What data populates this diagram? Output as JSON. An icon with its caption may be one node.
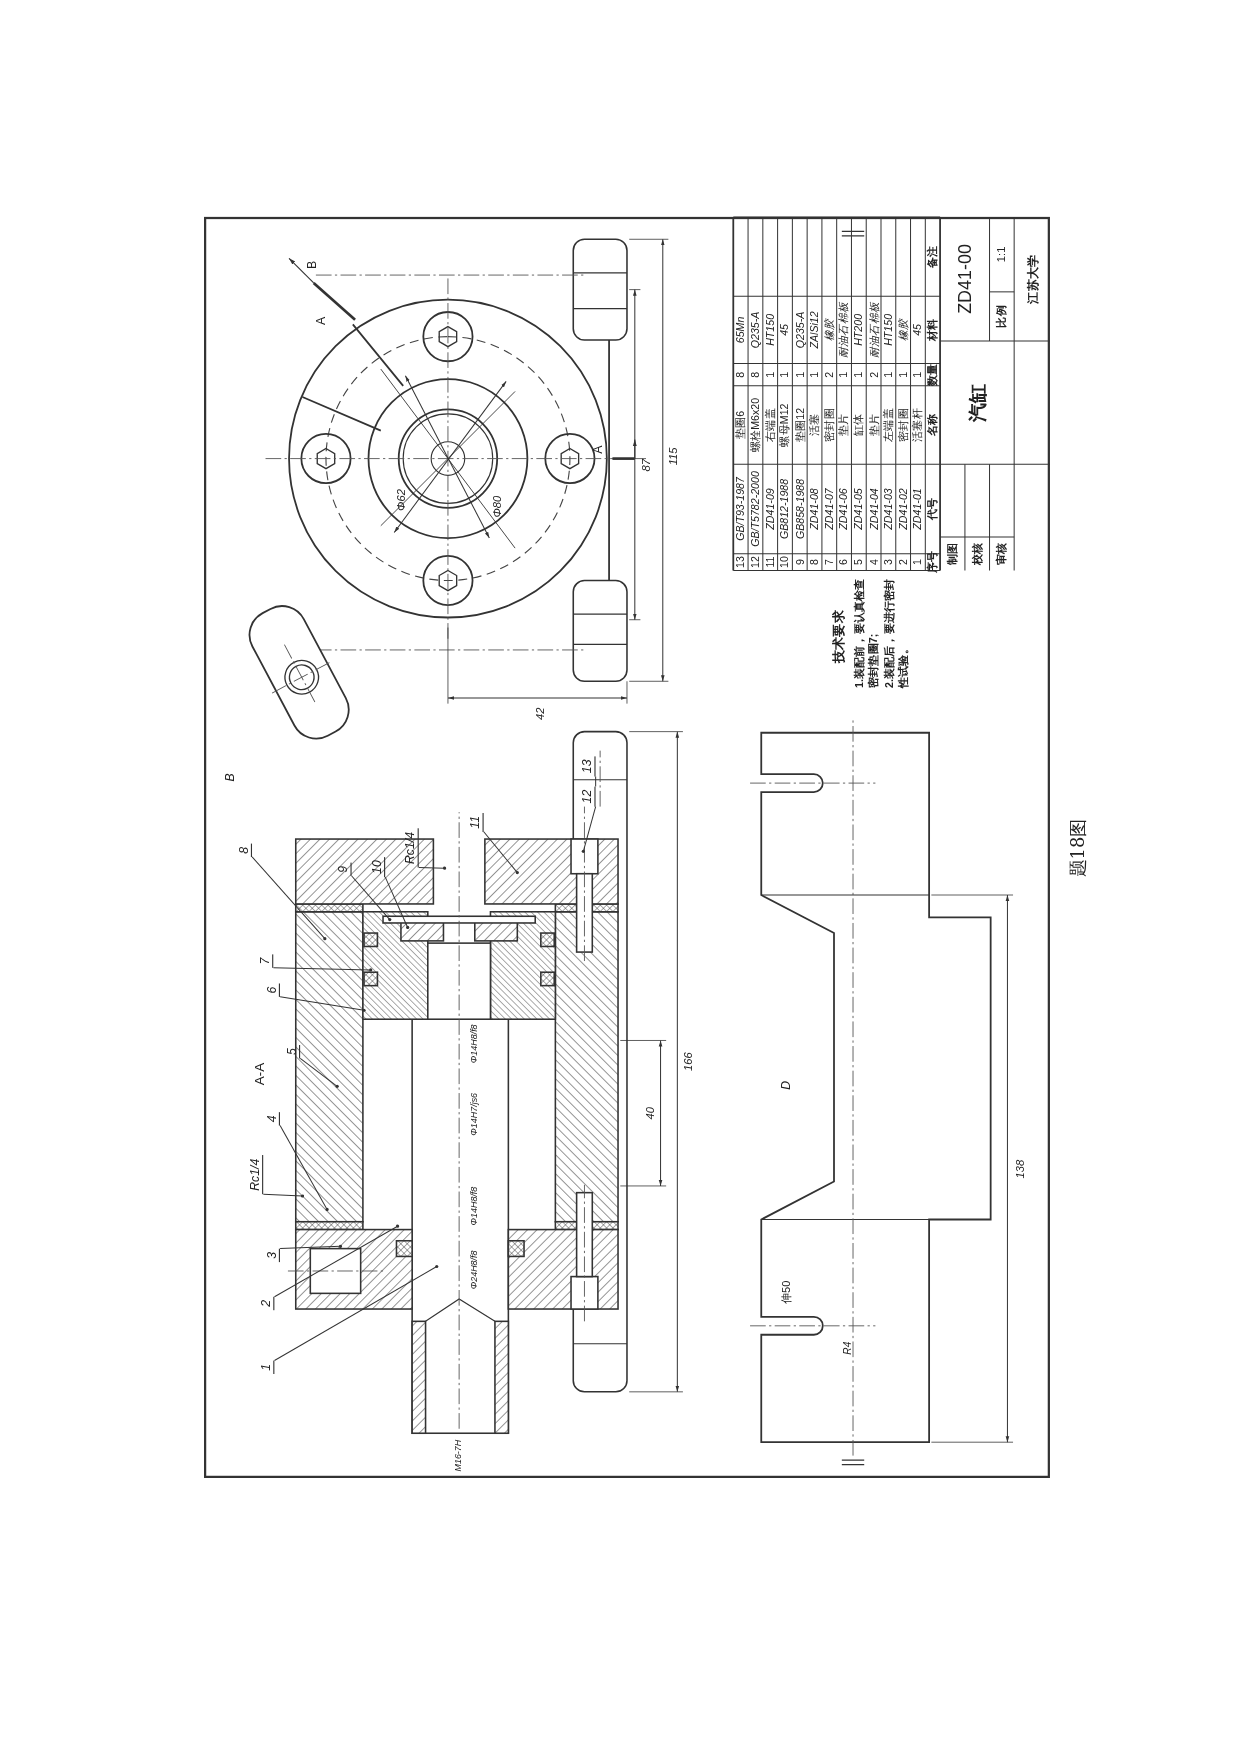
{
  "diagram": {
    "caption": "题18图",
    "nodes": [
      {
        "text": [
          "1"
        ]
      },
      {
        "text": [
          "2"
        ]
      },
      {
        "text": [
          "3"
        ]
      },
      {
        "text": [
          "Rc1/4"
        ]
      },
      {
        "text": [
          "4"
        ]
      },
      {
        "text": [
          "5"
        ]
      },
      {
        "text": [
          "6"
        ]
      },
      {
        "text": [
          "7"
        ]
      },
      {
        "text": [
          "8"
        ]
      },
      {
        "text": [
          "9"
        ]
      },
      {
        "text": [
          "10"
        ]
      },
      {
        "text": [
          "Rc1/4"
        ]
      },
      {
        "text": [
          "11"
        ]
      },
      {
        "text": [
          "12"
        ]
      },
      {
        "text": [
          "13"
        ]
      }
    ],
    "edges": [
      {
        "from": 0,
        "to": null,
        "arrow": "other"
      },
      {
        "from": 1,
        "to": null,
        "arrow": "other"
      },
      {
        "from": 2,
        "to": null,
        "arrow": "other"
      },
      {
        "from": 3,
        "to": null,
        "arrow": "other"
      },
      {
        "from": 4,
        "to": null,
        "arrow": "other"
      },
      {
        "from": 5,
        "to": null,
        "arrow": "other"
      },
      {
        "from": 6,
        "to": null,
        "arrow": "other"
      },
      {
        "from": 7,
        "to": null,
        "arrow": "other"
      },
      {
        "from": 8,
        "to": null,
        "arrow": "other"
      },
      {
        "from": 9,
        "to": null,
        "arrow": "other"
      },
      {
        "from": 10,
        "to": null,
        "arrow": "other"
      },
      {
        "from": 11,
        "to": null,
        "arrow": "other"
      },
      {
        "from": 12,
        "to": null,
        "arrow": "other"
      },
      {
        "from": 13,
        "to": null,
        "arrow": "other"
      },
      {
        "from": 14,
        "to": 13,
        "arrow": "none"
      }
    ],
    "labels": [
      "A-A",
      "A",
      "B",
      "A",
      "Φ62",
      "Φ80",
      "87",
      "115",
      "42",
      "B",
      "Φ14H8/f8",
      "Φ14H7/js6",
      "166",
      "40",
      "Φ14H8/f8",
      "Φ24H8/f8",
      "M16-7H",
      "D",
      "138",
      "R4",
      "伸50",
      "13",
      "GB/T93-1987",
      "垫圈6",
      "8",
      "65Mn",
      "12",
      "GB/T5782-2000",
      "螺栓M6x20",
      "8",
      "Q235-A",
      "11",
      "ZD41-09",
      "右端盖",
      "1",
      "HT150",
      "10",
      "GB812-1988",
      "螺母M12",
      "1",
      "45",
      "9",
      "GB858-1988",
      "垫圈12",
      "1",
      "Q235-A",
      "8",
      "ZD41-08",
      "活塞",
      "1",
      "ZAlSi12",
      "7",
      "ZD41-07",
      "密封圈",
      "2",
      "橡胶",
      "6",
      "ZD41-06",
      "垫片",
      "1",
      "耐油石棉板",
      "5",
      "ZD41-05",
      "缸体",
      "1",
      "HT200",
      "4",
      "ZD41-04",
      "垫片",
      "2",
      "耐油石棉板",
      "3",
      "ZD41-03",
      "左端盖",
      "1",
      "HT150",
      "2",
      "ZD41-02",
      "密封圈",
      "1",
      "橡胶",
      "1",
      "ZD41-01",
      "活塞杆",
      "1",
      "45",
      "序号",
      "代号",
      "名称",
      "数量",
      "材料",
      "备注",
      "汽缸",
      "ZD41-00",
      "比例",
      "1:1",
      "江苏大学",
      "制图",
      "校核",
      "审核",
      "技术要求",
      "1.装配前，要认真检查密封垫圈7;",
      "2.装配后，要进行密封性试验。"
    ]
  }
}
